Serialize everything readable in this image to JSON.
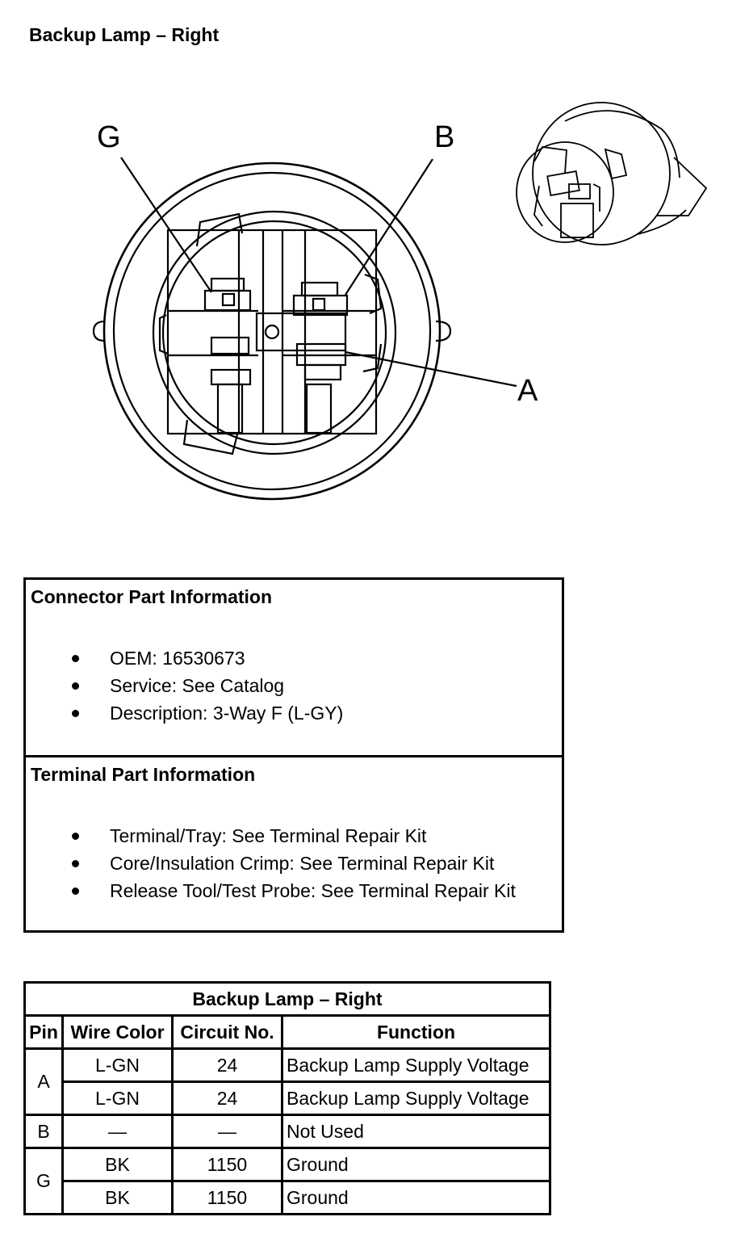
{
  "page": {
    "title": "Backup Lamp – Right"
  },
  "diagram": {
    "pin_labels": [
      "G",
      "B",
      "A"
    ],
    "line_color": "#000000"
  },
  "connector_info": {
    "heading": "Connector Part Information",
    "items": [
      "OEM: 16530673",
      "Service: See Catalog",
      "Description: 3-Way F (L-GY)"
    ]
  },
  "terminal_info": {
    "heading": "Terminal Part Information",
    "items": [
      "Terminal/Tray: See Terminal Repair Kit",
      "Core/Insulation Crimp: See Terminal Repair Kit",
      "Release Tool/Test Probe: See Terminal Repair Kit"
    ]
  },
  "pin_table": {
    "title": "Backup Lamp – Right",
    "headers": [
      "Pin",
      "Wire Color",
      "Circuit No.",
      "Function"
    ],
    "rows": [
      {
        "pin": "A",
        "wire": "L-GN",
        "circuit": "24",
        "function": "Backup Lamp Supply Voltage"
      },
      {
        "pin": "",
        "wire": "L-GN",
        "circuit": "24",
        "function": "Backup Lamp Supply Voltage"
      },
      {
        "pin": "B",
        "wire": "—",
        "circuit": "—",
        "function": "Not Used"
      },
      {
        "pin": "G",
        "wire": "BK",
        "circuit": "1150",
        "function": "Ground"
      },
      {
        "pin": "",
        "wire": "BK",
        "circuit": "1150",
        "function": "Ground"
      }
    ]
  }
}
